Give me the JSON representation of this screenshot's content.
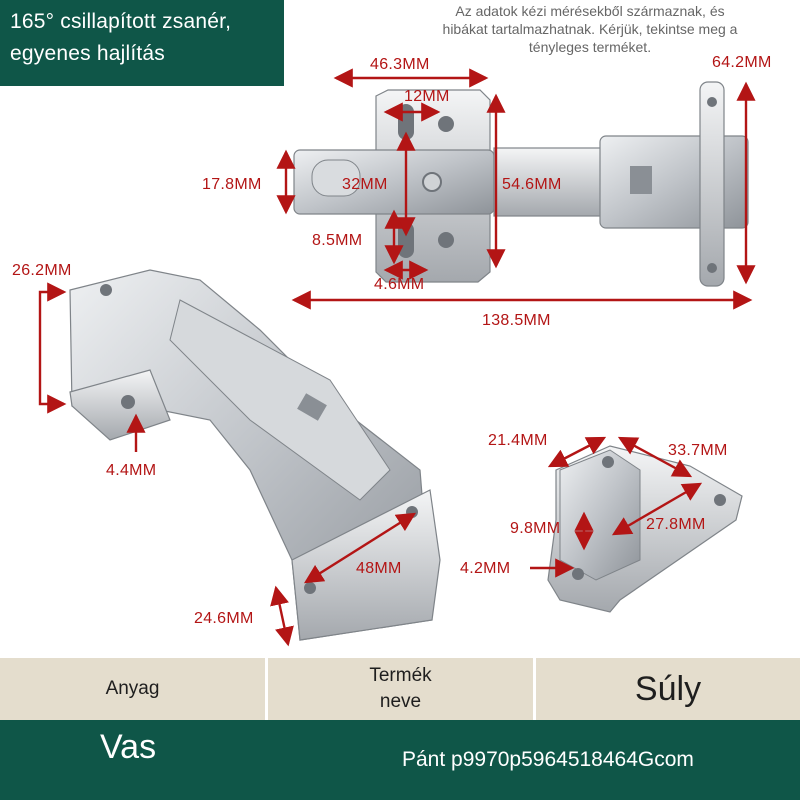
{
  "header": {
    "title_line1": "165° csillapított zsanér,",
    "title_line2": "egyenes hajlítás",
    "disclaimer_line1": "Az adatok kézi mérésekből származnak, és",
    "disclaimer_line2": "hibákat tartalmazhatnak. Kérjük, tekintse meg a",
    "disclaimer_line3": "tényleges terméket."
  },
  "dimensions": {
    "top_width": "46.3MM",
    "top_slot": "12MM",
    "top_height_right": "64.2MM",
    "left_height": "17.8MM",
    "center_32": "32MM",
    "center_54": "54.6MM",
    "slot_85": "8.5MM",
    "slot_46": "4.6MM",
    "total_length": "138.5MM",
    "side_262": "26.2MM",
    "side_44": "4.4MM",
    "side_48": "48MM",
    "side_246": "24.6MM",
    "plate_214": "21.4MM",
    "plate_337": "33.7MM",
    "plate_98": "9.8MM",
    "plate_278": "27.8MM",
    "plate_42": "4.2MM"
  },
  "table": {
    "headers": [
      "Anyag",
      "Termék neve",
      "Súly"
    ],
    "values": [
      "Vas",
      "Pánt p9970p5964518464Gcom"
    ]
  },
  "colors": {
    "brand_green": "#0f5648",
    "dimension_red": "#b31515",
    "table_header_bg": "#e4ddcd",
    "steel": "#c9ccd0"
  }
}
